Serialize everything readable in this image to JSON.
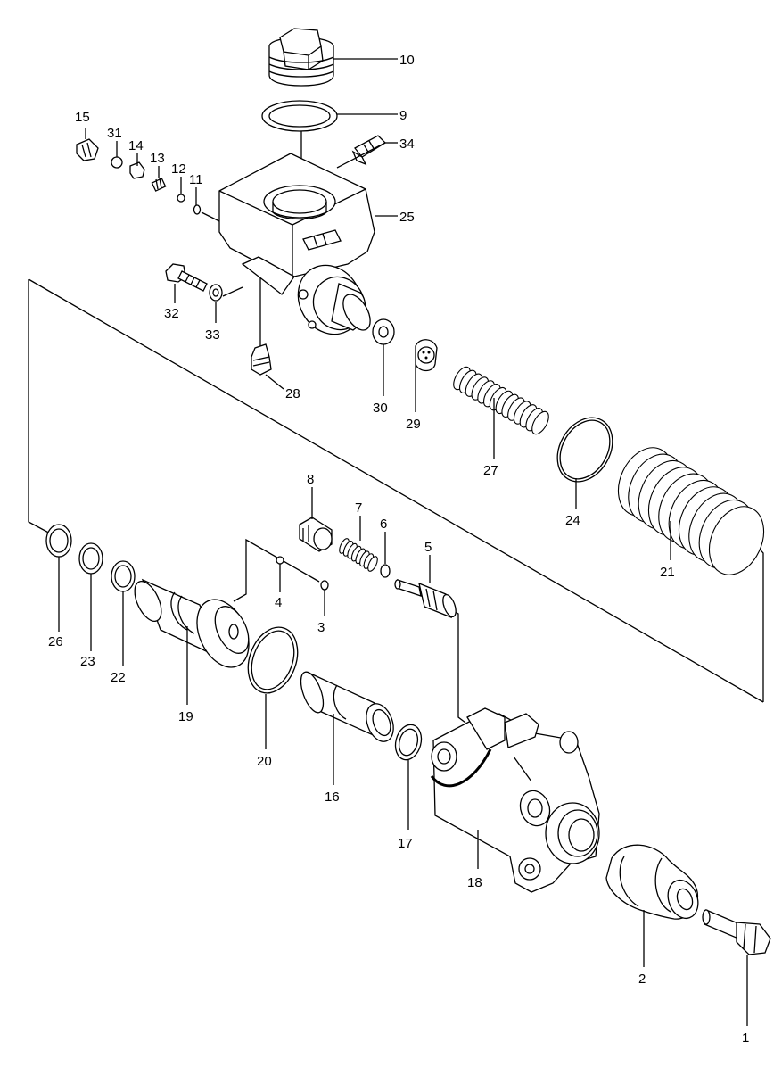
{
  "labels": {
    "p1": "1",
    "p2": "2",
    "p3": "3",
    "p4": "4",
    "p5": "5",
    "p6": "6",
    "p7": "7",
    "p8": "8",
    "p9": "9",
    "p10": "10",
    "p11": "11",
    "p12": "12",
    "p13": "13",
    "p14": "14",
    "p15": "15",
    "p16": "16",
    "p17": "17",
    "p18": "18",
    "p19": "19",
    "p20": "20",
    "p21": "21",
    "p22": "22",
    "p23": "23",
    "p24": "24",
    "p25": "25",
    "p26": "26",
    "p27": "27",
    "p28": "28",
    "p29": "29",
    "p30": "30",
    "p31": "31",
    "p32": "32",
    "p33": "33",
    "p34": "34"
  }
}
